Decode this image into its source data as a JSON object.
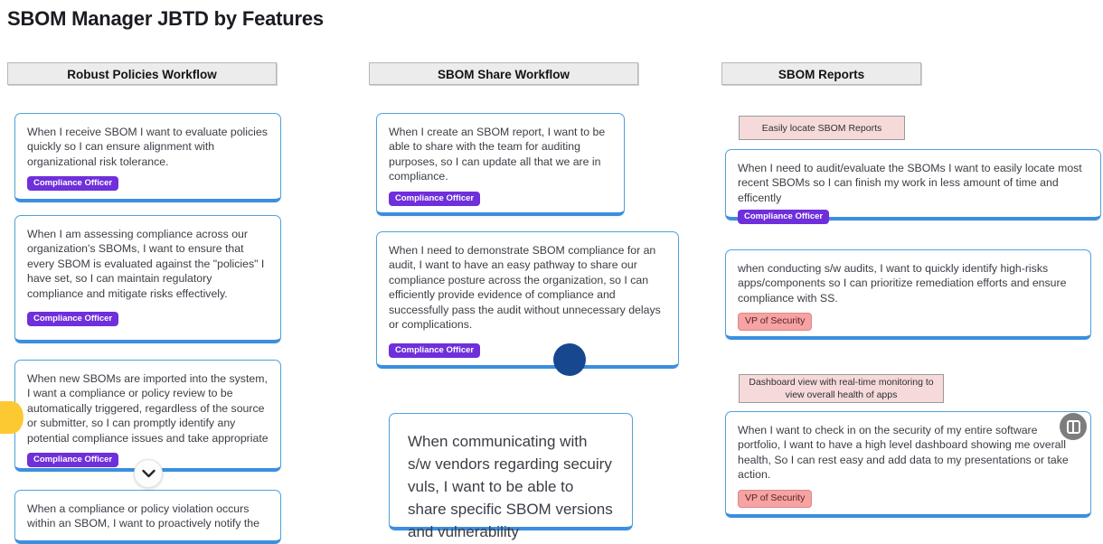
{
  "page": {
    "title": "SBOM Manager JBTD by Features"
  },
  "columns": [
    {
      "id": "robust-policies-workflow",
      "header": "Robust Policies Workflow",
      "cards": [
        {
          "text": "When I receive SBOM I want to evaluate policies quickly so I can ensure alignment with organizational risk tolerance.",
          "badge": "Compliance Officer",
          "badge_type": "compliance"
        },
        {
          "text": "When I am assessing compliance across our organization's SBOMs, I want to ensure that every SBOM is evaluated against the \"policies\" I have set, so I can maintain regulatory compliance and mitigate risks effectively.",
          "badge": "Compliance Officer",
          "badge_type": "compliance"
        },
        {
          "text": "When new SBOMs are imported into the system, I want a compliance or policy review to be automatically triggered, regardless of the source or submitter, so I can promptly identify any potential compliance issues and take appropriate",
          "badge": "Compliance Officer",
          "badge_type": "compliance"
        },
        {
          "text": "When a compliance or policy violation occurs within an SBOM, I want to proactively notify the",
          "badge": null,
          "badge_type": null
        }
      ]
    },
    {
      "id": "sbom-share-workflow",
      "header": "SBOM Share Workflow",
      "cards": [
        {
          "text": "When I create an SBOM report, I want to be able to share with the team for auditing purposes, so I can update all that we are in compliance.",
          "badge": "Compliance Officer",
          "badge_type": "compliance"
        },
        {
          "text": "When I need to demonstrate SBOM compliance for an audit, I want to have an easy pathway to share our compliance posture across the organization, so I can efficiently provide evidence of compliance and successfully pass the audit without unnecessary delays or complications.",
          "badge": "Compliance Officer",
          "badge_type": "compliance"
        },
        {
          "text": "When communicating with s/w vendors regarding secuiry vuls, I want to be able to share specific SBOM versions and vulnerability",
          "badge": null,
          "badge_type": null
        }
      ]
    },
    {
      "id": "sbom-reports",
      "header": "SBOM Reports",
      "notes": [
        {
          "text": "Easily locate SBOM Reports"
        },
        {
          "text": "Dashboard view with real-time monitoring to view overall health of apps"
        }
      ],
      "cards": [
        {
          "text": "When I need to audit/evaluate the SBOMs I want to easily locate most recent SBOMs so I can finish my work in less amount of time and efficently",
          "badge": "Compliance Officer",
          "badge_type": "compliance"
        },
        {
          "text": "when conducting s/w audits, I want to quickly identify high-risks apps/components so I can prioritize remediation efforts and ensure compliance with SS.",
          "badge": "VP of Security",
          "badge_type": "vp"
        },
        {
          "text": "When I want to check in on the security of my entire software portfolio, I want to have a high level dashboard showing me overall health, So I can rest easy and add data to my presentations or take action.",
          "badge": "VP of Security",
          "badge_type": "vp"
        }
      ]
    }
  ],
  "widgets": {
    "expand_chevron": "chevron-down-icon",
    "blue_cursor_dot": "blue-dot-indicator",
    "yellow_marker": "yellow-dot-indicator",
    "panel_toggle": "panel-toggle-icon"
  },
  "colors": {
    "card_border": "#4ea3e0",
    "card_border_bottom": "#3a8fe0",
    "badge_compliance_bg": "#6f2fdb",
    "badge_vp_bg": "#f5a3a3",
    "note_bg": "#f6dada",
    "header_bg": "#ececec",
    "blue_dot": "#17478f",
    "yellow_dot": "#fdc933"
  }
}
